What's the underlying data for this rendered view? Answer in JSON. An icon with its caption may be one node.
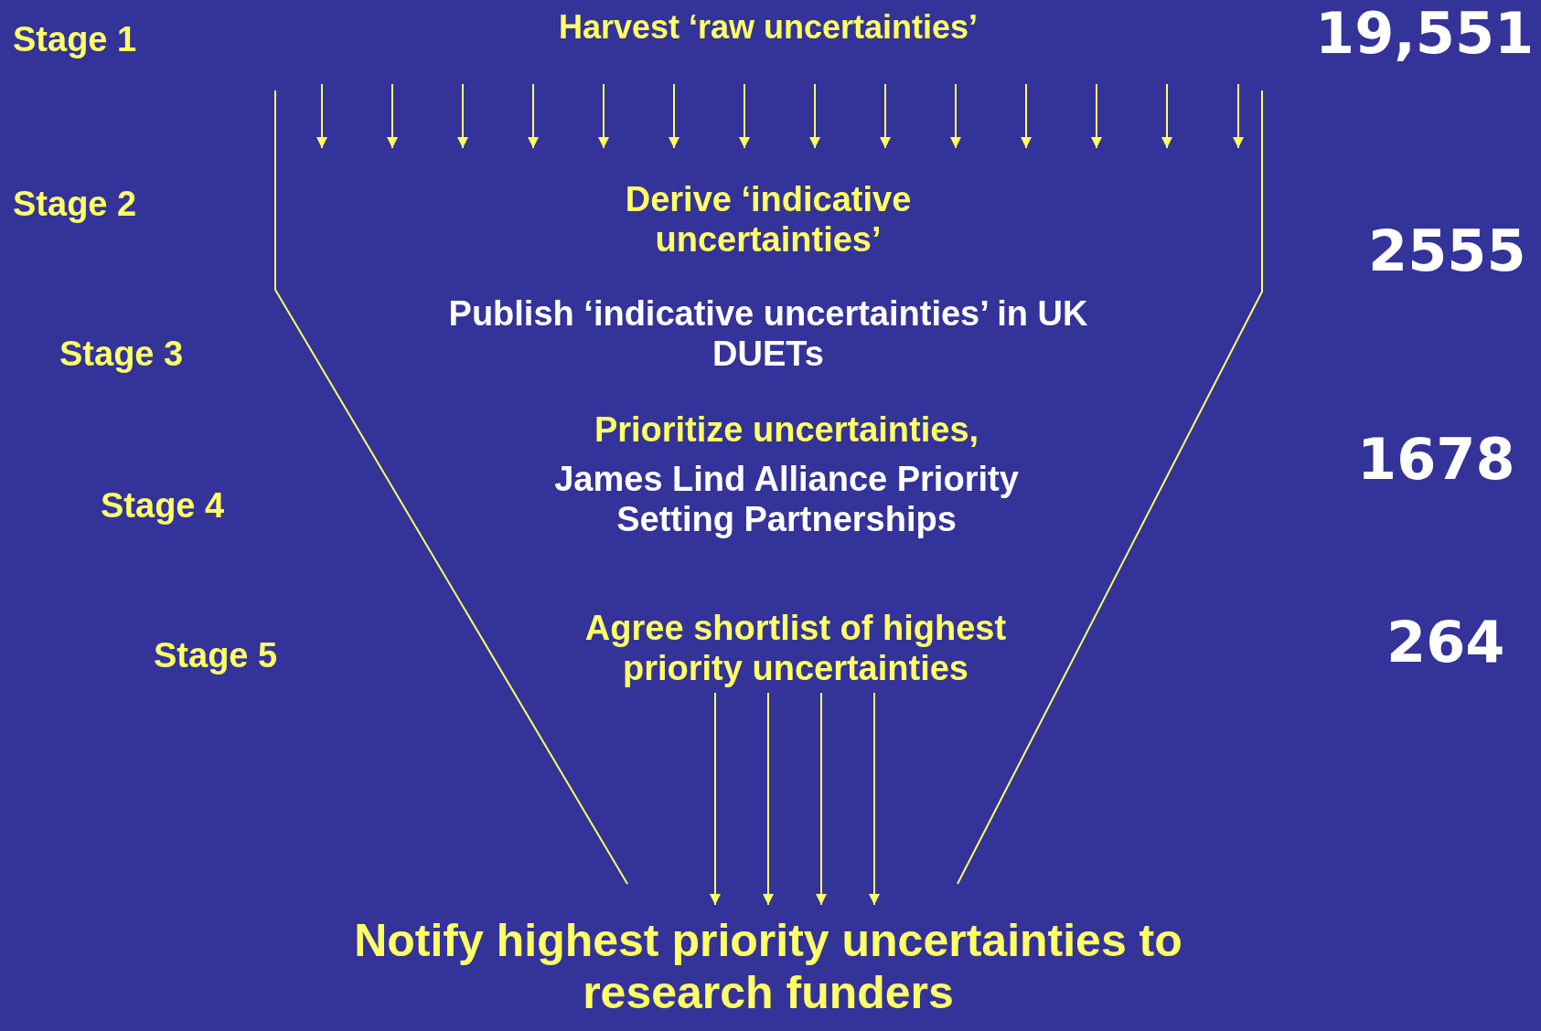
{
  "diagram": {
    "nodes": [
      {
        "text": [
          "Harvest ‘raw uncertainties’"
        ]
      },
      {
        "text": [
          "Derive ‘indicative uncertainties’"
        ]
      },
      {
        "text": [
          "Publish ‘indicative uncertainties’ in UK DUETs"
        ]
      },
      {
        "text": [
          "Prioritize uncertainties,",
          "James Lind Alliance Priority Setting Partnerships"
        ]
      },
      {
        "text": [
          "Agree shortlist of highest priority uncertainties"
        ]
      },
      {
        "text": [
          "Notify highest priority uncertainties to research funders"
        ]
      }
    ],
    "edges": [
      {
        "from": 4,
        "to": 5,
        "arrow": "to"
      },
      {
        "from": 4,
        "to": 5,
        "arrow": "to"
      },
      {
        "from": 4,
        "to": 5,
        "arrow": "to"
      },
      {
        "from": 4,
        "to": 5,
        "arrow": "to"
      }
    ],
    "labels": [
      "Stage 1",
      "19,551",
      "Stage 2",
      "2555",
      "Stage 3",
      "1678",
      "Stage 4",
      "264",
      "Stage 5"
    ]
  }
}
